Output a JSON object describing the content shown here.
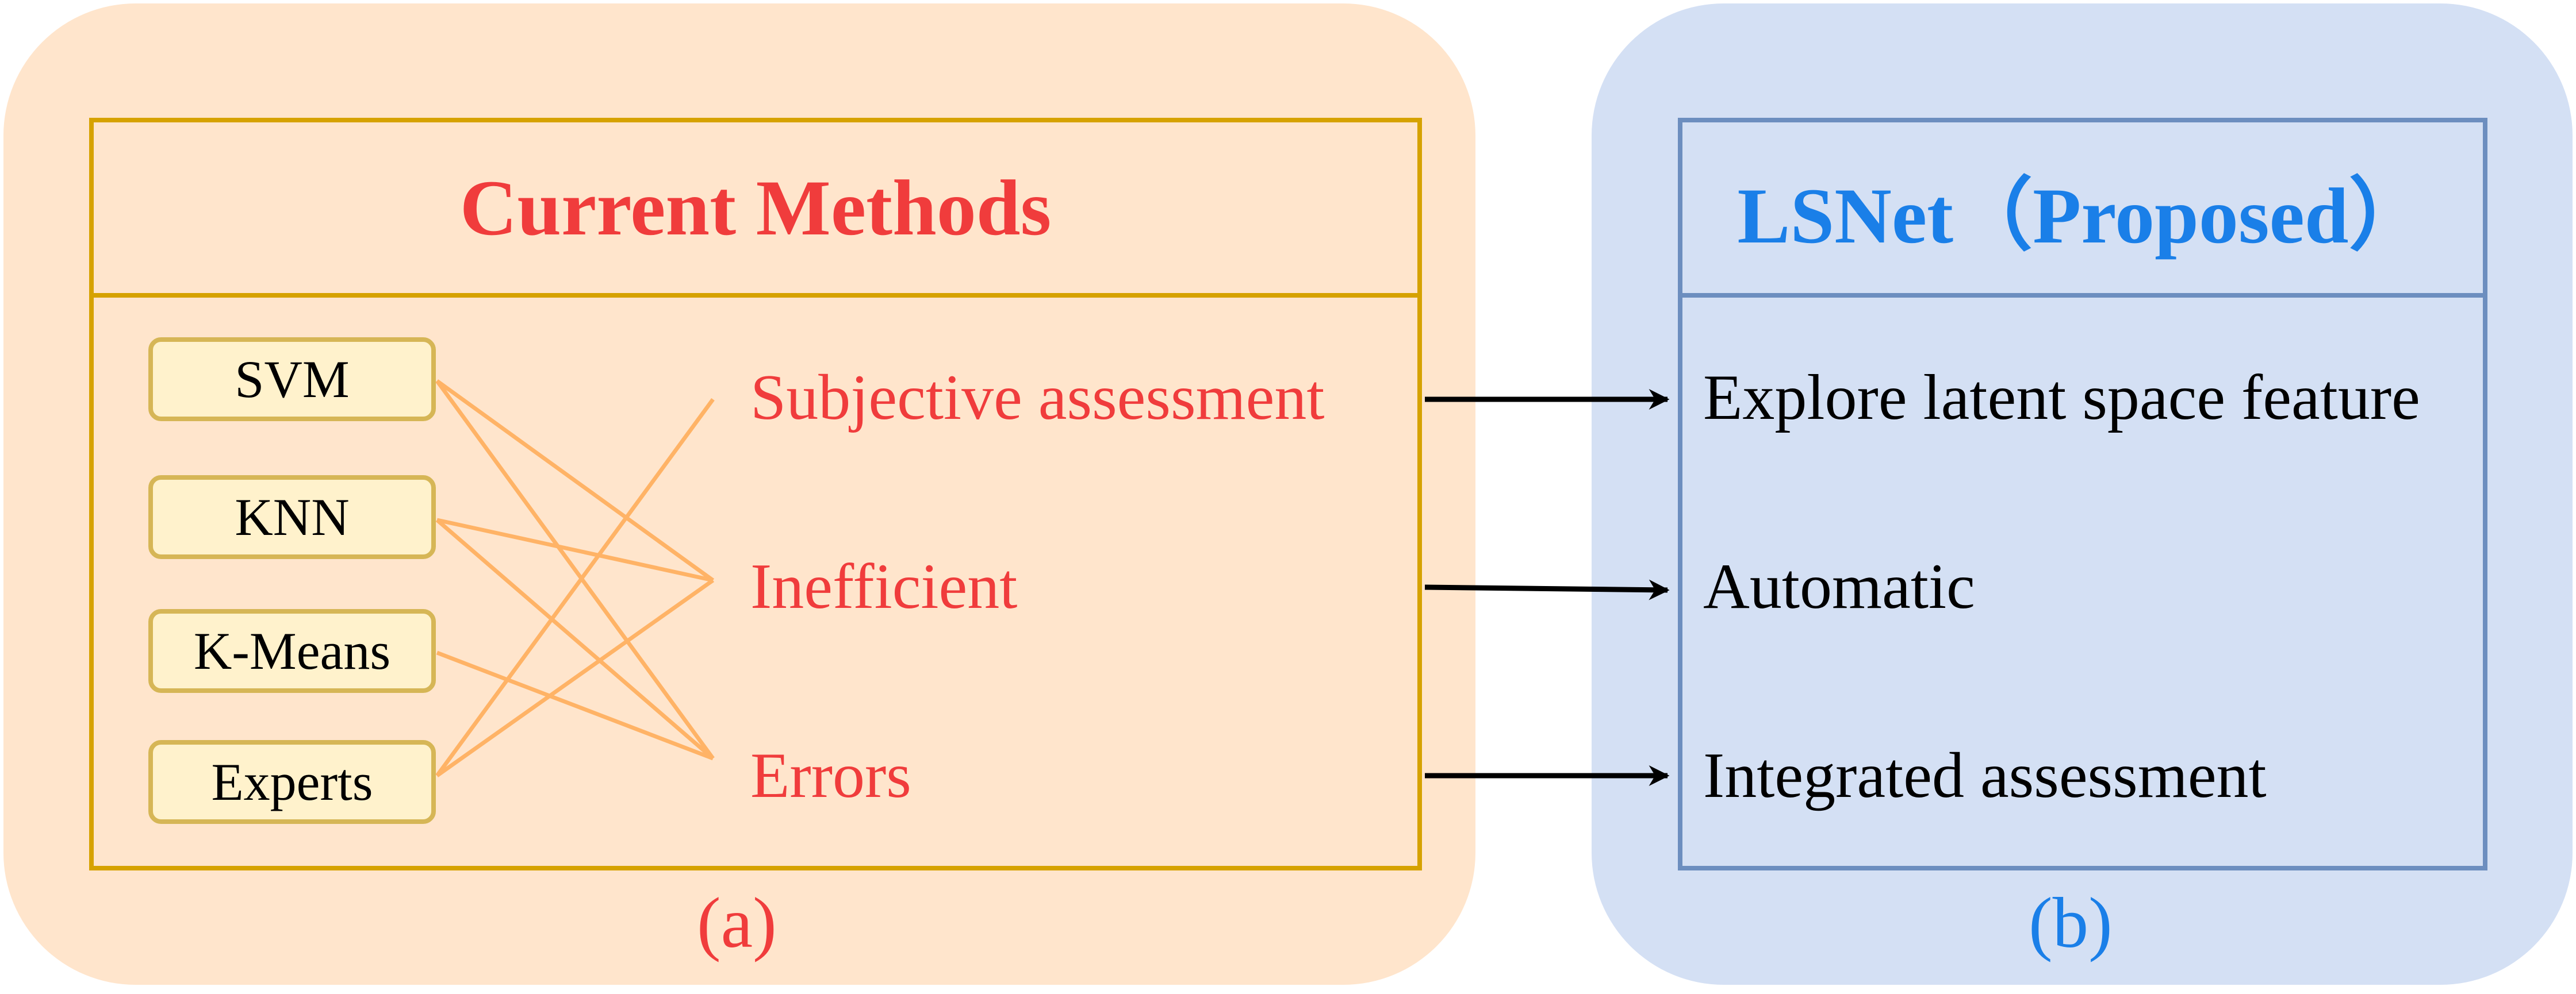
{
  "panel_a": {
    "title": "Current Methods",
    "methods": [
      "SVM",
      "KNN",
      "K-Means",
      "Experts"
    ],
    "problems": [
      "Subjective assessment",
      "Inefficient",
      "Errors"
    ],
    "caption": "(a)"
  },
  "panel_b": {
    "title": "LSNet（Proposed）",
    "solutions": [
      "Explore latent space feature",
      "Automatic",
      "Integrated assessment"
    ],
    "caption": "(b)"
  },
  "colors": {
    "panel_a_bg": "#ffe5cc",
    "panel_b_bg": "#d4e0f4",
    "red_text": "#f03c3c",
    "blue_text": "#1a7fe8",
    "connector_lines": "#ffb366",
    "arrows": "#000000"
  }
}
